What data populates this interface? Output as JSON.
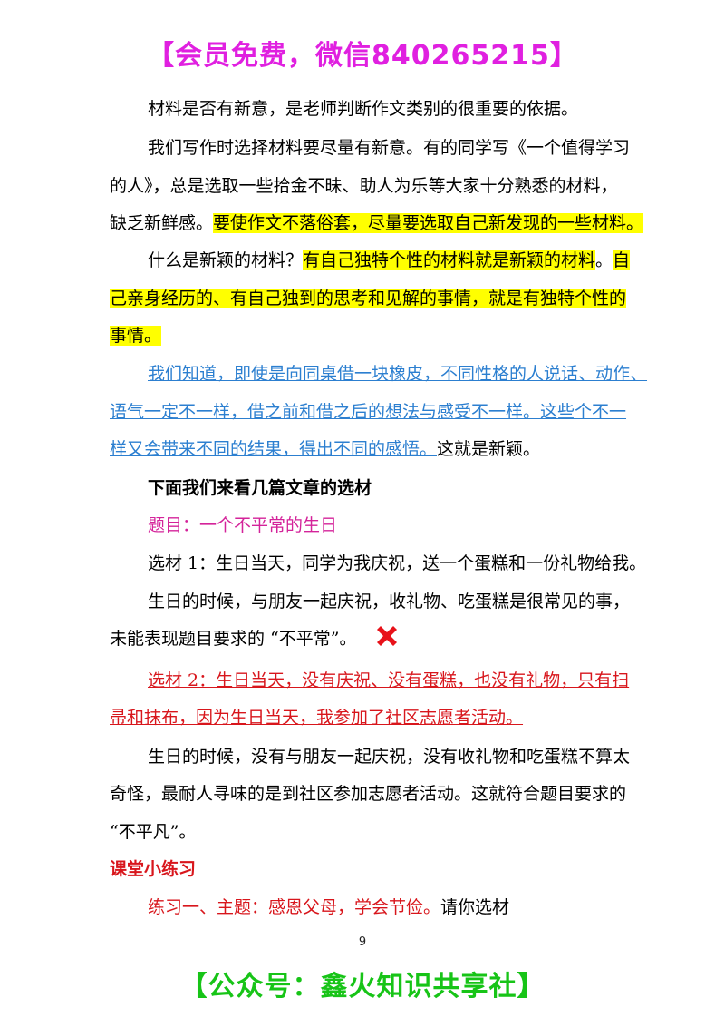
{
  "banners": {
    "top": "【会员免费，微信840265215】",
    "bottom": "【公众号：鑫火知识共享社】"
  },
  "paragraphs": {
    "p1": "材料是否有新意，是老师判断作文类别的很重要的依据。",
    "p2_l1": "我们写作时选择材料要尽量有新意。有的同学写《一个值得学习",
    "p2_l2": "的人》，总是选取一些拾金不昧、助人为乐等大家十分熟悉的材料，",
    "p2_l3a": "缺乏新鲜感。",
    "p2_l3b": "要使作文不落俗套，尽量要选取自己新发现的一些材料。",
    "p3_l1a": "什么是新颖的材料？",
    "p3_l1b": "有自己独特个性的材料就是新颖的材料",
    "p3_l1c": "。",
    "p3_l1d": "自",
    "p3_l2": "己亲身经历的、有自己独到的思考和见解的事情，就是有独特个性的",
    "p3_l3": "事情。",
    "p4_l1": "我们知道，即使是向同桌借一块橡皮，不同性格的人说话、动作、",
    "p4_l2": "语气一定不一样，借之前和借之后的想法与感受不一样。这些个不一",
    "p4_l3a": "样又会带来不同的结果，得出不同的感悟。",
    "p4_l3b": "这就是新颖。",
    "heading": "下面我们来看几篇文章的选材",
    "topic": "题目：一个不平常的生日",
    "opt1": "选材 1：生日当天，同学为我庆祝，送一个蛋糕和一份礼物给我。",
    "opt1_c1": "生日的时候，与朋友一起庆祝，收礼物、吃蛋糕是很常见的事，",
    "opt1_c2": "未能表现题目要求的 “不平常”。",
    "opt2_l1": "选材 2：生日当天，没有庆祝、没有蛋糕，也没有礼物，只有扫",
    "opt2_l2": "帚和抹布，因为生日当天，我参加了社区志愿者活动。",
    "opt2_c1": "生日的时候，没有与朋友一起庆祝，没有收礼物和吃蛋糕不算太",
    "opt2_c2": "奇怪，最耐人寻味的是到社区参加志愿者活动。这就符合题目要求的",
    "opt2_c3": "“不平凡”。",
    "practice_heading": "课堂小练习",
    "exercise_a": "练习一、主题：感恩父母，学会节俭。",
    "exercise_b": "请你选材"
  },
  "page_number": "9",
  "colors": {
    "banner_top": "#e020e0",
    "banner_bottom": "#17c417",
    "highlight": "#ffff00",
    "blue_text": "#2c7fd0",
    "red_text": "#d8161c",
    "magenta_text": "#d4239a"
  },
  "icons": {
    "wrong_mark": "red-cross-icon"
  }
}
